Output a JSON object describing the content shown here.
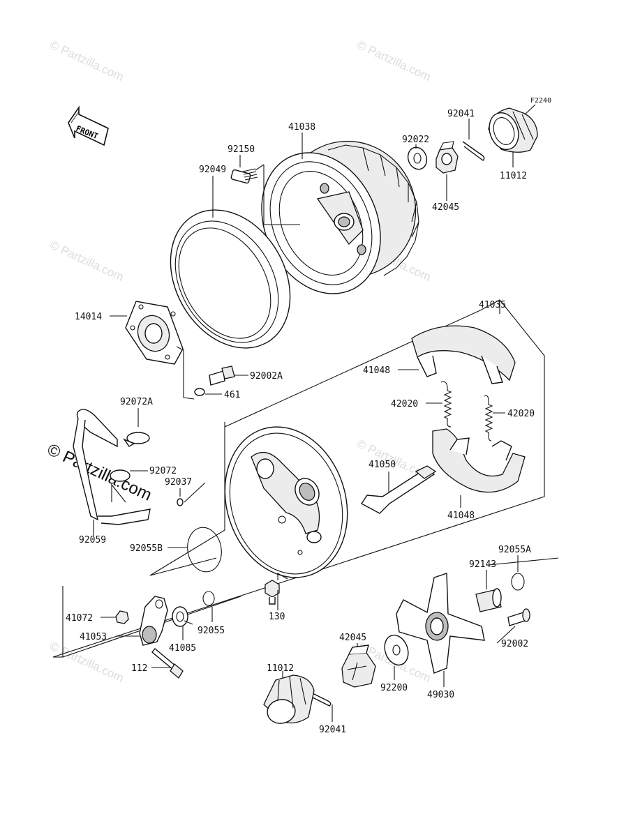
{
  "figure_code": "F2240",
  "orientation_label": "FRONT",
  "watermarks": {
    "text": "© Partzilla.com",
    "prominent_text": "© Partzilla.com"
  },
  "part_labels": {
    "p41038": "41038",
    "p92150": "92150",
    "p92049": "92049",
    "p92022": "92022",
    "p92041_top": "92041",
    "p11012_top": "11012",
    "p42045_top": "42045",
    "p14014": "14014",
    "p92002A": "92002A",
    "p461": "461",
    "p41035": "41035",
    "p41048_top": "41048",
    "p42020_left": "42020",
    "p42020_right": "42020",
    "p41050": "41050",
    "p41048_bottom": "41048",
    "p92072A": "92072A",
    "p92072": "92072",
    "p92037": "92037",
    "p92059": "92059",
    "p92055B": "92055B",
    "p92055A": "92055A",
    "p92143": "92143",
    "p92002": "92002",
    "p49030": "49030",
    "p92200": "92200",
    "p42045_bottom": "42045",
    "p11012_bottom": "11012",
    "p92041_bottom": "92041",
    "p41072": "41072",
    "p41053": "41053",
    "p41085": "41085",
    "p92055": "92055",
    "p130": "130",
    "p112": "112"
  },
  "icons": [
    "front-arrow-icon"
  ]
}
